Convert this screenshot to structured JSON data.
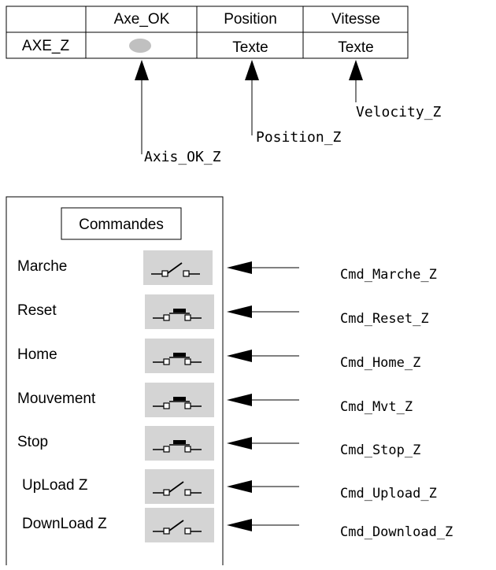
{
  "axis_table": {
    "headers": [
      "",
      "Axe_OK",
      "Position",
      "Vitesse"
    ],
    "row": {
      "name": "AXE_Z",
      "position_value": "Texte",
      "vitesse_value": "Texte"
    },
    "led_color": "#c0c0c0"
  },
  "variables": {
    "axis_ok": "Axis_OK_Z",
    "position": "Position_Z",
    "velocity": "Velocity_Z"
  },
  "commands_panel": {
    "title": "Commandes",
    "button_bg": "#d4d4d4",
    "items": [
      {
        "label": "Marche",
        "icon": "switch-open-icon",
        "variable": "Cmd_Marche_Z"
      },
      {
        "label": "Reset",
        "icon": "pushbutton-icon",
        "variable": "Cmd_Reset_Z"
      },
      {
        "label": "Home",
        "icon": "pushbutton-icon",
        "variable": "Cmd_Home_Z"
      },
      {
        "label": "Mouvement",
        "icon": "pushbutton-icon",
        "variable": "Cmd_Mvt_Z"
      },
      {
        "label": "Stop",
        "icon": "pushbutton-icon",
        "variable": "Cmd_Stop_Z"
      },
      {
        "label": "UpLoad Z",
        "icon": "switch-open-icon",
        "variable": "Cmd_Upload_Z"
      },
      {
        "label": "DownLoad Z",
        "icon": "switch-open-icon",
        "variable": "Cmd_Download_Z"
      }
    ]
  }
}
